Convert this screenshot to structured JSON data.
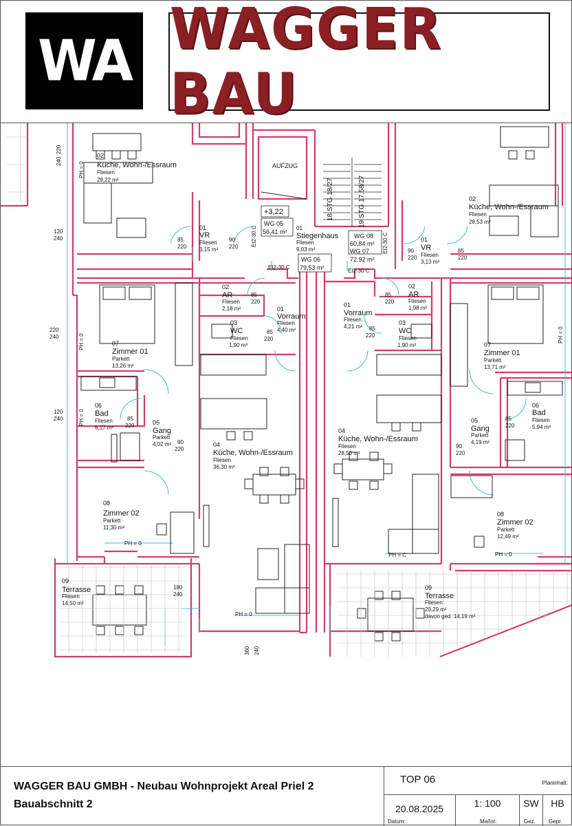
{
  "header": {
    "logo_mark": "WA",
    "brand_name": "WAGGER BAU"
  },
  "rooms": {
    "left_kueche_top": {
      "num": "02",
      "name": "Küche, Wohn-/Essraum",
      "floor": "Fliesen",
      "area": "29,22 m²"
    },
    "left_vr": {
      "num": "01",
      "name": "VR",
      "floor": "Fliesen",
      "area": "3,15 m²"
    },
    "aufzug": {
      "name": "AUFZUG"
    },
    "level": {
      "value": "+3,22"
    },
    "wg05": {
      "name": "WG 05",
      "area": "56,41 m²"
    },
    "wg06": {
      "name": "WG 06",
      "area": "79,53 m²"
    },
    "wg07": {
      "name": "WG 07",
      "area": "72,92 m²"
    },
    "wg08": {
      "name": "WG 08",
      "area": "60,84 m²"
    },
    "stiegenhaus": {
      "num": "01",
      "name": "Stiegenhaus",
      "floor": "Fliesen",
      "area": "9,03  m²"
    },
    "stair_left": "18 STG 18/27",
    "stair_right": "19 STG 17,58/27",
    "right_kueche_top": {
      "num": "02",
      "name": "Küche, Wohn-/Essraum",
      "floor": "Fliesen",
      "area": "28,53 m²"
    },
    "right_vr": {
      "num": "01",
      "name": "VR",
      "floor": "Fliesen",
      "area": "3,13 m²"
    },
    "left_ar": {
      "num": "02",
      "name": "AR",
      "floor": "Fliesen",
      "area": "2,18 m²"
    },
    "left_vorraum": {
      "num": "01",
      "name": "Vorraum",
      "floor": "Fliesen",
      "area": "4,40 m²"
    },
    "left_wc": {
      "num": "03",
      "name": "WC",
      "floor": "Fliesen",
      "area": "1,90 m²"
    },
    "right_vorraum": {
      "num": "01",
      "name": "Vorraum",
      "floor": "Fliesen",
      "area": "4,21 m²"
    },
    "right_ar": {
      "num": "02",
      "name": "AR",
      "floor": "Fliesen",
      "area": "1,98 m²"
    },
    "right_wc": {
      "num": "03",
      "name": "WC",
      "floor": "Fliesen",
      "area": "1,90 m²"
    },
    "left_zimmer01": {
      "num": "07",
      "name": "Zimmer 01",
      "floor": "Parkett",
      "area": "13,26 m²"
    },
    "right_zimmer01": {
      "num": "07",
      "name": "Zimmer 01",
      "floor": "Parkett",
      "area": "13,71 m²"
    },
    "left_bad": {
      "num": "06",
      "name": "Bad",
      "floor": "Fliesen",
      "area": "6,17 m²"
    },
    "left_gang": {
      "num": "05",
      "name": "Gang",
      "floor": "Parkett",
      "area": "4,02 m²"
    },
    "left_kueche": {
      "num": "04",
      "name": "Küche, Wohn-/Essraum",
      "floor": "Fliesen",
      "area": "36,30 m²"
    },
    "right_kueche": {
      "num": "04",
      "name": "Küche, Wohn-/Essraum",
      "floor": "Fliesen",
      "area": "28,50 m²"
    },
    "right_gang": {
      "num": "05",
      "name": "Gang",
      "floor": "Parkett",
      "area": "4,19 m²"
    },
    "right_bad": {
      "num": "06",
      "name": "Bad",
      "floor": "Fliesen",
      "area": "5,94 m²"
    },
    "left_zimmer02": {
      "num": "08",
      "name": "Zimmer 02",
      "floor": "Parkett",
      "area": "11,30 m²"
    },
    "right_zimmer02": {
      "num": "08",
      "name": "Zimmer 02",
      "floor": "Parkett",
      "area": "12,49 m²"
    },
    "left_terrasse": {
      "num": "09",
      "name": "Terrasse",
      "floor": "Fliesen",
      "area": "14,50 m²"
    },
    "right_terrasse": {
      "num": "09",
      "name": "Terrasse",
      "floor": "Fliesen",
      "area": "20,29 m²",
      "note": "davon ged. 14,19 m²"
    }
  },
  "dims": {
    "d220": "220",
    "d240": "240",
    "d120": "120",
    "d85": "85",
    "d90": "90",
    "d180": "180",
    "d360": "360",
    "ph": "PH = 0",
    "ph_c": "PH = C",
    "ei": "EI2-30 C"
  },
  "title_block": {
    "line1": "WAGGER BAU GMBH - Neubau Wohnprojekt Areal Priel 2",
    "line2": "Bauabschnitt  2",
    "top": "TOP 06",
    "planinhalt_label": "Planinhalt:",
    "datum": "20.08.2025",
    "datum_label": "Datum:",
    "massstab": "1: 100",
    "massstab_label": "Maßst:",
    "gez": "SW",
    "gez_label": "Gez.",
    "gepr": "HB",
    "gepr_label": "Gepr."
  }
}
